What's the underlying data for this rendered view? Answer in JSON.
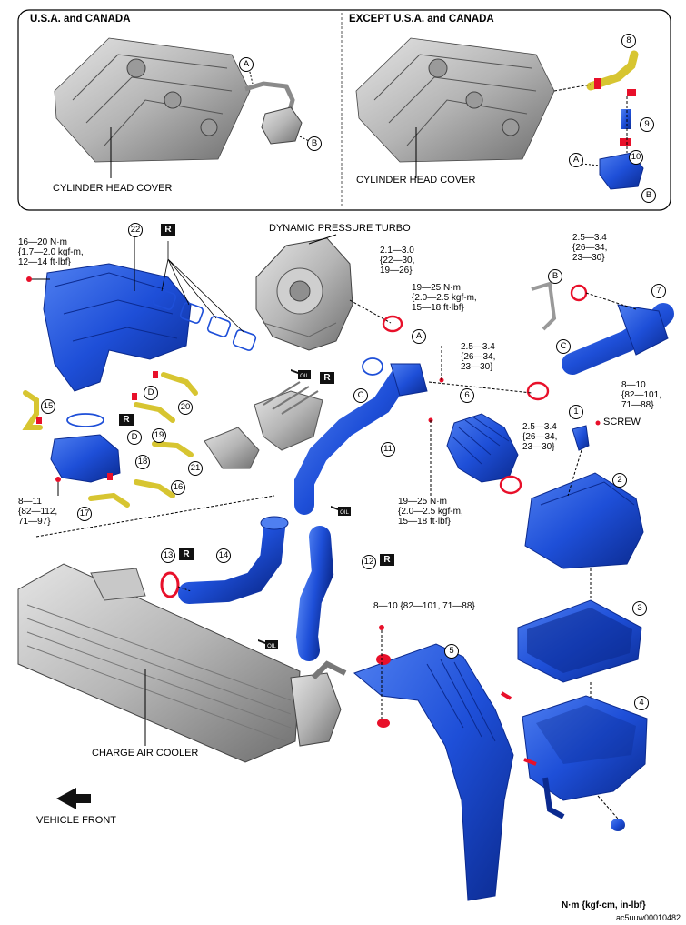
{
  "insets": {
    "left": {
      "region": "U.S.A. and CANADA",
      "part": "CYLINDER HEAD COVER"
    },
    "right": {
      "region": "EXCEPT U.S.A. and CANADA",
      "part": "CYLINDER HEAD COVER"
    }
  },
  "labels": {
    "turbo": "DYNAMIC PRESSURE TURBO",
    "screw": "SCREW",
    "cooler": "CHARGE AIR COOLER",
    "vehicle_front": "VEHICLE FRONT",
    "units": "N·m {kgf-cm, in-lbf}",
    "code": "ac5uuw00010482",
    "r_mark": "R",
    "oil_mark": "OIL"
  },
  "torques": {
    "t_manifold": [
      "16—20 N·m",
      "{1.7—2.0 kgf-m,",
      "12—14 ft·lbf}"
    ],
    "t_turbo_clamp": [
      "2.1—3.0",
      "{22—30,",
      "19—26}"
    ],
    "t_turbo_bolt": [
      "19—25 N·m",
      "{2.0—2.5 kgf-m,",
      "15—18 ft·lbf}"
    ],
    "t_clamp_b": [
      "2.5—3.4",
      "{26—34,",
      "23—30}"
    ],
    "t_clamp_mid": [
      "2.5—3.4",
      "{26—34,",
      "23—30}"
    ],
    "t_clamp_6": [
      "2.5—3.4",
      "{26—34,",
      "23—30}"
    ],
    "t_pipe7": [
      "8—10",
      "{82—101,",
      "71—88}"
    ],
    "t_bolt_lower": [
      "8—11",
      "{82—112,",
      "71—97}"
    ],
    "t_pipe11": [
      "19—25 N·m",
      "{2.0—2.5 kgf-m,",
      "15—18 ft·lbf}"
    ],
    "t_duct5": [
      "8—10 {82—101, 71—88}"
    ]
  },
  "letters": {
    "inset_left_a": "A",
    "inset_left_b": "B",
    "inset_right_a": "A",
    "inset_right_b": "B",
    "main_a": "A",
    "main_b": "B",
    "main_c": "C",
    "main_c2": "C",
    "main_d": "D",
    "main_d2": "D"
  },
  "callouts": {
    "n1": "1",
    "n2": "2",
    "n3": "3",
    "n4": "4",
    "n5": "5",
    "n6": "6",
    "n7": "7",
    "n8": "8",
    "n9": "9",
    "n10": "10",
    "n11": "11",
    "n12": "12",
    "n13": "13",
    "n14": "14",
    "n15": "15",
    "n16": "16",
    "n17": "17",
    "n18": "18",
    "n19": "19",
    "n20": "20",
    "n21": "21",
    "n22": "22"
  },
  "colors": {
    "part_blue": "#1e4fd8",
    "part_blue_dark": "#0b2a8f",
    "clamp_red": "#e8102a",
    "hose_yellow": "#d7c531",
    "metal_gray": "#b8b8b8"
  }
}
